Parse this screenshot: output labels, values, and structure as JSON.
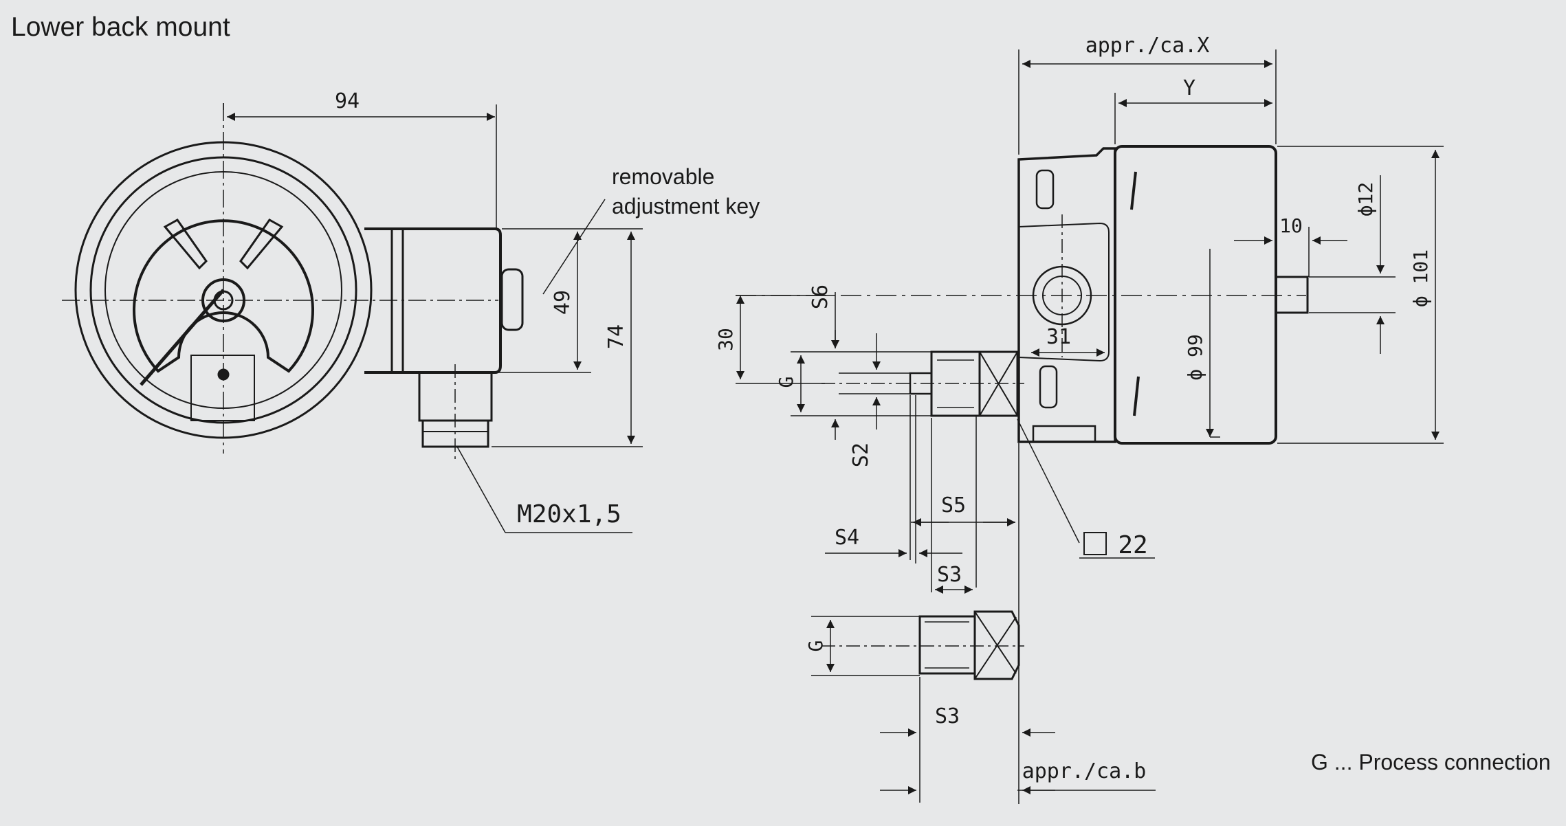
{
  "title": "Lower back mount",
  "notes": {
    "key_line1": "removable",
    "key_line2": "adjustment key",
    "legend": "G ... Process connection"
  },
  "dims": {
    "d94": "94",
    "d49": "49",
    "d74": "74",
    "thread": "M20x1,5",
    "apprX": "appr./ca.X",
    "Y": "Y",
    "d10": "10",
    "d12": "ϕ12",
    "d101": "ϕ 101",
    "d99": "ϕ 99",
    "d31": "31",
    "S6": "S6",
    "d30": "30",
    "G": "G",
    "S2": "S2",
    "S5": "S5",
    "S4": "S4",
    "S3": "S3",
    "sq22": "22",
    "G2": "G",
    "S3b": "S3",
    "apprb": "appr./ca.b"
  },
  "colors": {
    "background": "#e7e8e9",
    "line": "#1a1a1a"
  }
}
